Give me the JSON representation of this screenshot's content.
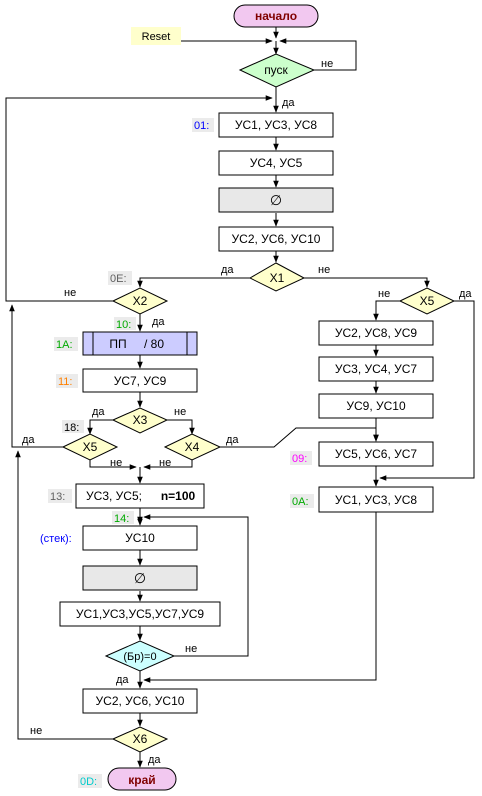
{
  "terminals": {
    "start": "начало",
    "end": "край"
  },
  "reset": "Reset",
  "decisions": {
    "pusk": "пуск",
    "x1": "X1",
    "x2": "X2",
    "x3": "X3",
    "x4": "X4",
    "x5_left": "X5",
    "x5_right": "X5",
    "br": "(Бр)=0",
    "x6": "X6"
  },
  "boxes": {
    "b01": "УС1, УС3, УС8",
    "b02": "УС4, УС5",
    "empty_symbol": "∅",
    "b04": "УС2, УС6, УС10",
    "pp_left": "ПП",
    "pp_right": "/  80",
    "us7us9": "УС7, УС9",
    "us3us5": "УС3, УС5;",
    "n100": "n=100",
    "us10": "УС10",
    "us_multi": "УС1,УС3,УС5,УС7,УС9",
    "us2us6us10_bottom": "УС2, УС6, УС10",
    "r1": "УС2, УС8, УС9",
    "r2": "УС3, УС4, УС7",
    "r3": "УС9, УС10",
    "r4": "УС5, УС6, УС7",
    "r5": "УС1, УС3, УС8"
  },
  "addresses": {
    "a01": "01:",
    "a0E": "0E:",
    "a10": "10:",
    "a1A": "1A:",
    "a11": "11:",
    "a18": "18:",
    "a13": "13:",
    "a14": "14:",
    "stack": "(стек):",
    "a09": "09:",
    "a0A": "0A:",
    "a0D": "0D:"
  },
  "labels": {
    "yes": "да",
    "no": "не"
  },
  "colors": {
    "terminal": "#f2c8f0",
    "terminal_text": "#800000",
    "reset_bg": "#ffffcc",
    "diamond": "#ffffcc",
    "diamond_green": "#ccffcc",
    "diamond_cyan": "#ccffff",
    "pp_box": "#ccccff",
    "addr_blue": "#0000ff",
    "addr_green": "#00aa00",
    "addr_orange": "#ff8000",
    "addr_magenta": "#ff00ff",
    "addr_cyan": "#00cccc",
    "addr_gray": "#606060"
  }
}
